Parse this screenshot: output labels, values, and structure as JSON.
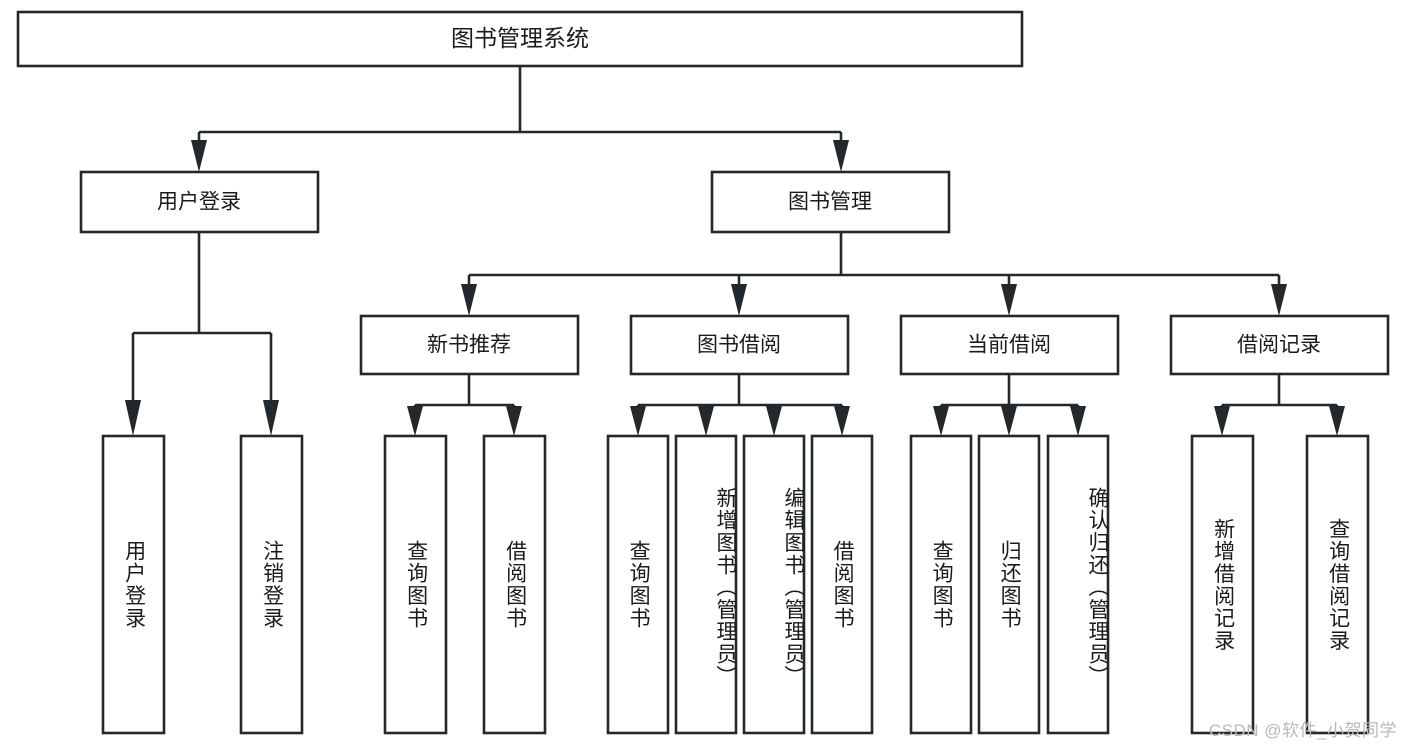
{
  "diagram": {
    "type": "tree-hierarchy-chart",
    "title": "图书管理系统",
    "watermark": "CSDN @软件_小贺同学",
    "colors": {
      "background": "#ffffff",
      "stroke": "#23282d",
      "box_fill": "#ffffff",
      "text": "#1b1b1b",
      "watermark": "#b9b9b9"
    },
    "root": {
      "label": "图书管理系统"
    },
    "level2": [
      {
        "id": "user-login",
        "label": "用户登录"
      },
      {
        "id": "book-manage",
        "label": "图书管理"
      }
    ],
    "level3": [
      {
        "id": "new-book-recommend",
        "label": "新书推荐",
        "parent": "book-manage"
      },
      {
        "id": "book-borrow",
        "label": "图书借阅",
        "parent": "book-manage"
      },
      {
        "id": "current-borrow",
        "label": "当前借阅",
        "parent": "book-manage"
      },
      {
        "id": "borrow-record",
        "label": "借阅记录",
        "parent": "book-manage"
      }
    ],
    "leaves": [
      {
        "id": "leaf-user-login",
        "label": "用户登录",
        "parent": "user-login"
      },
      {
        "id": "leaf-logout-login",
        "label": "注销登录",
        "parent": "user-login"
      },
      {
        "id": "leaf-query-book-1",
        "label": "查询图书",
        "parent": "new-book-recommend"
      },
      {
        "id": "leaf-borrow-book-1",
        "label": "借阅图书",
        "parent": "new-book-recommend"
      },
      {
        "id": "leaf-query-book-2",
        "label": "查询图书",
        "parent": "book-borrow"
      },
      {
        "id": "leaf-add-book",
        "label": "新增图书（管理员）",
        "parent": "book-borrow"
      },
      {
        "id": "leaf-edit-book",
        "label": "编辑图书（管理员）",
        "parent": "book-borrow"
      },
      {
        "id": "leaf-borrow-book-2",
        "label": "借阅图书",
        "parent": "book-borrow"
      },
      {
        "id": "leaf-query-book-3",
        "label": "查询图书",
        "parent": "current-borrow"
      },
      {
        "id": "leaf-return-book",
        "label": "归还图书",
        "parent": "current-borrow"
      },
      {
        "id": "leaf-confirm-return",
        "label": "确认归还（管理员）",
        "parent": "current-borrow"
      },
      {
        "id": "leaf-add-record",
        "label": "新增借阅记录",
        "parent": "borrow-record"
      },
      {
        "id": "leaf-query-record",
        "label": "查询借阅记录",
        "parent": "borrow-record"
      }
    ]
  }
}
